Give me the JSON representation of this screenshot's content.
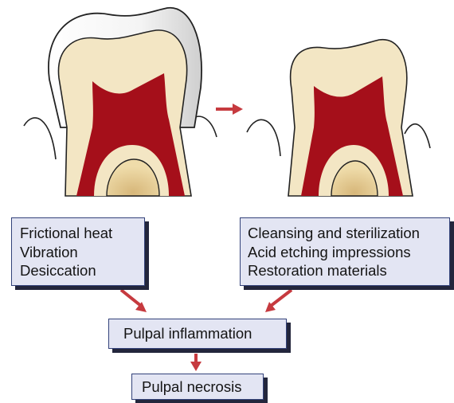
{
  "left_factors": [
    "Frictional heat",
    "Vibration",
    "Desiccation"
  ],
  "right_factors": [
    "Cleansing and sterilization",
    "Acid etching impressions",
    "Restoration materials"
  ],
  "middle_result": "Pulpal inflammation",
  "final_result": "Pulpal necrosis",
  "colors": {
    "box_fill": "#e3e5f3",
    "box_border": "#33427a",
    "box_shadow": "#23263c",
    "arrow": "#c63a3f",
    "pulp": "#a50f1a",
    "dentin": "#f3e6c4",
    "enamel": "#f2f2f2",
    "root_base": "#dcc18a"
  },
  "icons": {
    "tooth_with_crown": "tooth-with-enamel-icon",
    "prepared_tooth": "prepared-tooth-icon",
    "flow_arrow": "red-arrow"
  }
}
